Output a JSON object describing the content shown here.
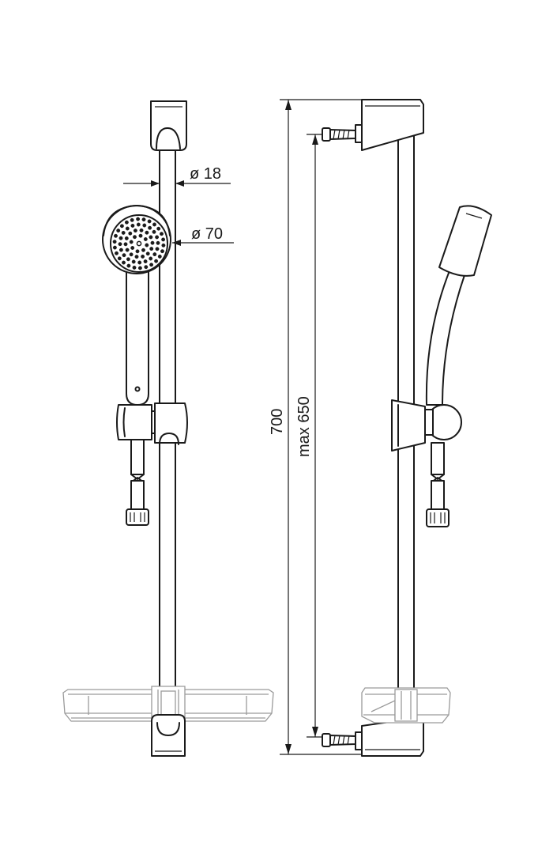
{
  "dimensions": {
    "rail_diameter": "ø 18",
    "head_diameter": "ø 70",
    "total_height": "700",
    "max_spacing": "max 650"
  },
  "colors": {
    "line": "#1a1a1a",
    "tray": "#9a9a9a",
    "background": "#ffffff"
  }
}
